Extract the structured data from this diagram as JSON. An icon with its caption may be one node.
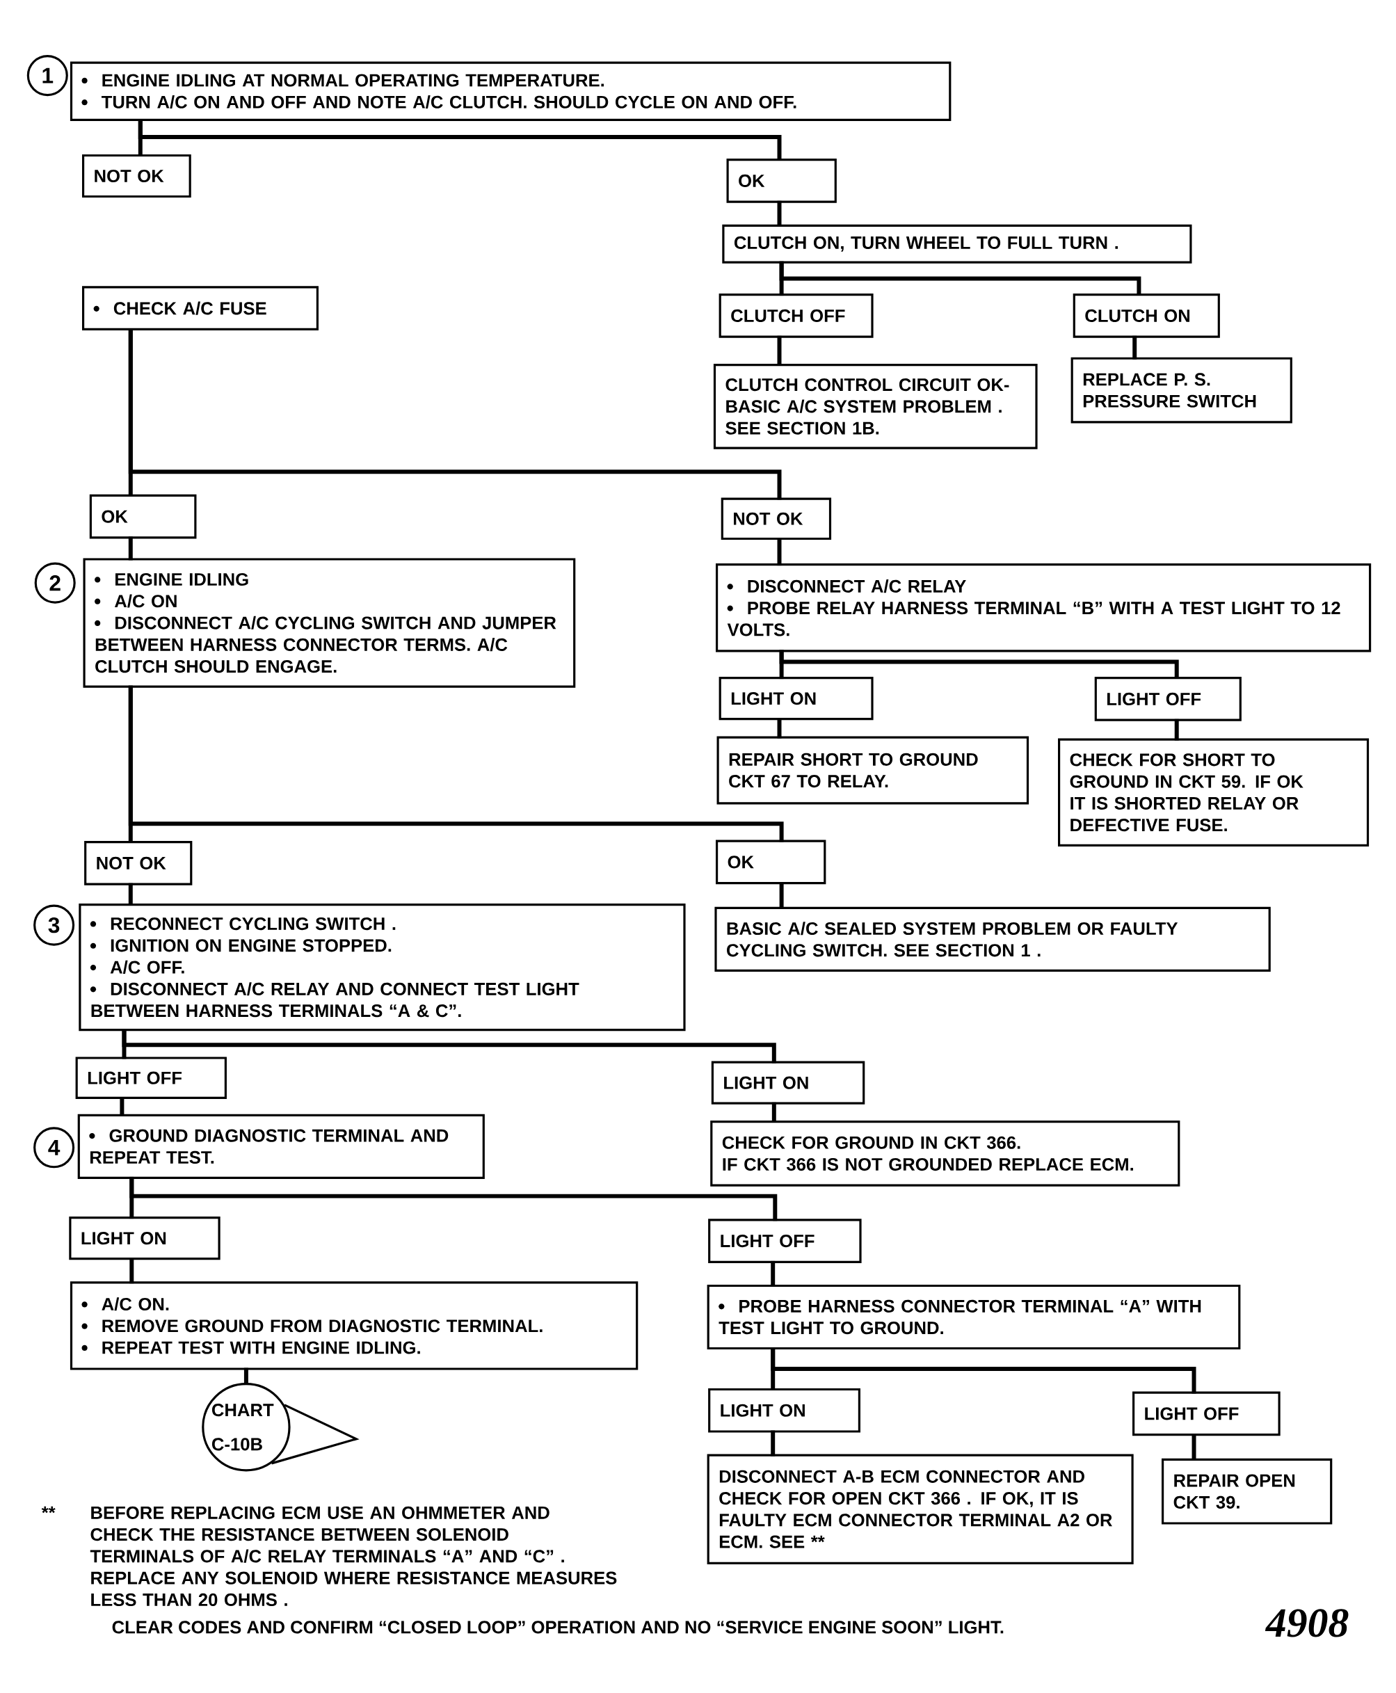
{
  "diagram": {
    "nodes": [
      {
        "text": [
          "1"
        ]
      },
      {
        "text": [
          "ENGINE IDLING AT NORMAL OPERATING TEMPERATURE.",
          "TURN A/C ON AND OFF AND NOTE A/C CLUTCH.  SHOULD CYCLE ON AND OFF."
        ]
      },
      {
        "text": [
          "NOT OK"
        ]
      },
      {
        "text": [
          "OK"
        ]
      },
      {
        "text": [
          "CLUTCH ON, TURN WHEEL TO FULL TURN ."
        ]
      },
      {
        "text": [
          "CLUTCH OFF"
        ]
      },
      {
        "text": [
          "CLUTCH ON"
        ]
      },
      {
        "text": [
          "CLUTCH CONTROL CIRCUIT OK- BASIC A/C SYSTEM PROBLEM . SEE SECTION 1B."
        ]
      },
      {
        "text": [
          "REPLACE P. S. PRESSURE SWITCH"
        ]
      },
      {
        "text": [
          "CHECK A/C FUSE"
        ]
      },
      {
        "text": [
          "OK"
        ]
      },
      {
        "text": [
          "NOT OK"
        ]
      },
      {
        "text": [
          "2"
        ]
      },
      {
        "text": [
          "ENGINE IDLING",
          "A/C ON",
          "DISCONNECT A/C CYCLING SWITCH AND JUMPER BETWEEN HARNESS CONNECTOR TERMS.  A/C CLUTCH SHOULD ENGAGE."
        ]
      },
      {
        "text": [
          "DISCONNECT A/C RELAY",
          "PROBE RELAY HARNESS TERMINAL “B” WITH A TEST LIGHT TO 12  VOLTS."
        ]
      },
      {
        "text": [
          "LIGHT ON"
        ]
      },
      {
        "text": [
          "LIGHT OFF"
        ]
      },
      {
        "text": [
          "REPAIR SHORT TO GROUND CKT 67 TO RELAY."
        ]
      },
      {
        "text": [
          "CHECK FOR SHORT TO GROUND IN CKT 59. IF OK IT IS SHORTED RELAY OR DEFECTIVE FUSE."
        ]
      },
      {
        "text": [
          "NOT OK"
        ]
      },
      {
        "text": [
          "OK"
        ]
      },
      {
        "text": [
          "3"
        ]
      },
      {
        "text": [
          "RECONNECT CYCLING SWITCH .",
          "IGNITION ON ENGINE STOPPED.",
          "A/C OFF.",
          "DISCONNECT A/C RELAY AND CONNECT TEST LIGHT BETWEEN HARNESS TERMINALS “A & C”."
        ]
      },
      {
        "text": [
          "BASIC A/C SEALED SYSTEM PROBLEM OR FAULTY CYCLING SWITCH.  SEE SECTION 1 ."
        ]
      },
      {
        "text": [
          "LIGHT OFF"
        ]
      },
      {
        "text": [
          "LIGHT ON"
        ]
      },
      {
        "text": [
          "4"
        ]
      },
      {
        "text": [
          "GROUND DIAGNOSTIC TERMINAL AND REPEAT TEST."
        ]
      },
      {
        "text": [
          "CHECK FOR GROUND IN CKT 366.",
          "IF CKT 366 IS NOT GROUNDED REPLACE ECM."
        ]
      },
      {
        "text": [
          "LIGHT ON"
        ]
      },
      {
        "text": [
          "LIGHT OFF"
        ]
      },
      {
        "text": [
          "A/C ON.",
          "REMOVE GROUND FROM DIAGNOSTIC TERMINAL.",
          "REPEAT TEST WITH ENGINE IDLING."
        ]
      },
      {
        "text": [
          "PROBE HARNESS CONNECTOR TERMINAL “A” WITH TEST LIGHT TO GROUND."
        ]
      },
      {
        "text": [
          "CHART C-10B"
        ]
      },
      {
        "text": [
          "LIGHT ON"
        ]
      },
      {
        "text": [
          "LIGHT OFF"
        ]
      },
      {
        "text": [
          "DISCONNECT A-B  ECM CONNECTOR AND CHECK FOR OPEN CKT 366 . IF OK, IT IS FAULTY ECM CONNECTOR TERMINAL A2 OR ECM. SEE **"
        ]
      },
      {
        "text": [
          "REPAIR OPEN CKT 39."
        ]
      }
    ],
    "edges": [
      {
        "from": 1,
        "to": 2,
        "arrow": "none"
      },
      {
        "from": 1,
        "to": 3,
        "arrow": "none"
      },
      {
        "from": 3,
        "to": 4,
        "arrow": "none"
      },
      {
        "from": 4,
        "to": 5,
        "arrow": "none"
      },
      {
        "from": 4,
        "to": 6,
        "arrow": "none"
      },
      {
        "from": 5,
        "to": 7,
        "arrow": "none"
      },
      {
        "from": 6,
        "to": 8,
        "arrow": "none"
      },
      {
        "from": 9,
        "to": 10,
        "arrow": "none"
      },
      {
        "from": 9,
        "to": 11,
        "arrow": "none"
      },
      {
        "from": 10,
        "to": 13,
        "arrow": "none"
      },
      {
        "from": 11,
        "to": 14,
        "arrow": "none"
      },
      {
        "from": 13,
        "to": 19,
        "arrow": "none"
      },
      {
        "from": 13,
        "to": 20,
        "arrow": "none"
      },
      {
        "from": 14,
        "to": 15,
        "arrow": "none"
      },
      {
        "from": 14,
        "to": 16,
        "arrow": "none"
      },
      {
        "from": 15,
        "to": 17,
        "arrow": "none"
      },
      {
        "from": 16,
        "to": 18,
        "arrow": "none"
      },
      {
        "from": 19,
        "to": 22,
        "arrow": "none"
      },
      {
        "from": 20,
        "to": 23,
        "arrow": "none"
      },
      {
        "from": 22,
        "to": 24,
        "arrow": "none"
      },
      {
        "from": 22,
        "to": 25,
        "arrow": "none"
      },
      {
        "from": 24,
        "to": 27,
        "arrow": "none"
      },
      {
        "from": 25,
        "to": 28,
        "arrow": "none"
      },
      {
        "from": 27,
        "to": 29,
        "arrow": "none"
      },
      {
        "from": 27,
        "to": 30,
        "arrow": "none"
      },
      {
        "from": 29,
        "to": 31,
        "arrow": "none"
      },
      {
        "from": 30,
        "to": 32,
        "arrow": "none"
      },
      {
        "from": 31,
        "to": 33,
        "arrow": "none"
      },
      {
        "from": 32,
        "to": 34,
        "arrow": "none"
      },
      {
        "from": 32,
        "to": 35,
        "arrow": "none"
      },
      {
        "from": 34,
        "to": 36,
        "arrow": "none"
      },
      {
        "from": 35,
        "to": 37,
        "arrow": "none"
      }
    ],
    "labels": [
      "**",
      "BEFORE REPLACING ECM USE AN OHMMETER AND CHECK THE RESISTANCE BETWEEN SOLENOID TERMINALS OF A/C RELAY TERMINALS “A” AND “C” . REPLACE ANY SOLENOID WHERE RESISTANCE MEASURES LESS THAN 20 OHMS .",
      "CLEAR CODES AND CONFIRM “CLOSED LOOP” OPERATION AND NO “SERVICE ENGINE SOON” LIGHT.",
      "4908"
    ]
  }
}
